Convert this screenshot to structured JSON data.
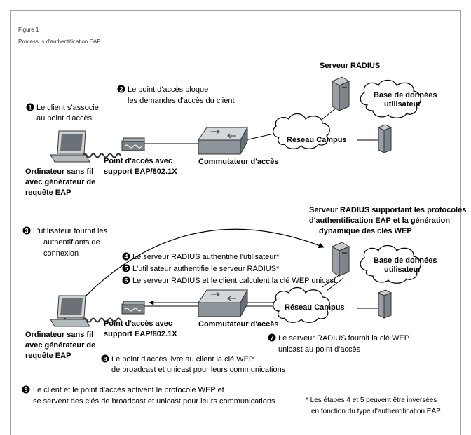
{
  "figure": {
    "label": "Figure 1",
    "caption": "Processus d'authentification EAP"
  },
  "top": {
    "server_title": "Serveur RADIUS",
    "db_line1": "Base de données",
    "db_line2": "utilisateur",
    "campus": "Réseau Campus",
    "laptop_line1": "Ordinateur sans fil",
    "laptop_line2": "avec générateur de",
    "laptop_line3": "requête EAP",
    "ap_line1": "Point d'accès avec",
    "ap_line2": "support EAP/802.1X",
    "switch": "Commutateur d'accès",
    "step1_num": "1",
    "step1_line1": "Le client s'associe",
    "step1_line2": "au point d'accès",
    "step2_num": "2",
    "step2_line1": "Le point d'accès bloque",
    "step2_line2": "les demandes d'accès du client"
  },
  "bottom": {
    "server_title_line1": "Serveur RADIUS supportant les protocoles",
    "server_title_line2": "d'authentification EAP et la génération",
    "server_title_line3": "dynamique des clés WEP",
    "db_line1": "Base de données",
    "db_line2": "utilisateur",
    "campus": "Réseau Campus",
    "laptop_line1": "Ordinateur sans fil",
    "laptop_line2": "avec générateur de",
    "laptop_line3": "requête EAP",
    "ap_line1": "Point d'accès avec",
    "ap_line2": "support EAP/802.1X",
    "switch": "Commutateur d'accès",
    "step3_num": "3",
    "step3_line1": "L'utilisateur fournit les",
    "step3_line2": "authentifiants de",
    "step3_line3": "connexion",
    "step4_num": "4",
    "step4_text": "Le serveur RADIUS authentifie l'utilisateur*",
    "step5_num": "5",
    "step5_text": "L'utilisateur authentifie le serveur RADIUS*",
    "step6_num": "6",
    "step6_text": "Le serveur RADIUS et le client calculent la clé WEP unicast",
    "step7_num": "7",
    "step7_line1": "Le serveur RADIUS fournit la clé WEP",
    "step7_line2": "unicast au point d'accès",
    "step8_num": "8",
    "step8_line1": "Le point d'accès livre au client la clé WEP",
    "step8_line2": "de broadcast et unicast pour leurs communications",
    "step9_num": "9",
    "step9_line1": "Le client et le point d'accès activent le protocole WEP et",
    "step9_line2": "se servent des clés de broadcast et unicast pour leurs communications",
    "note_line1": "* Les étapes 4 et 5 peuvent être inversées",
    "note_line2": "en fonction du type d'authentification EAP."
  }
}
